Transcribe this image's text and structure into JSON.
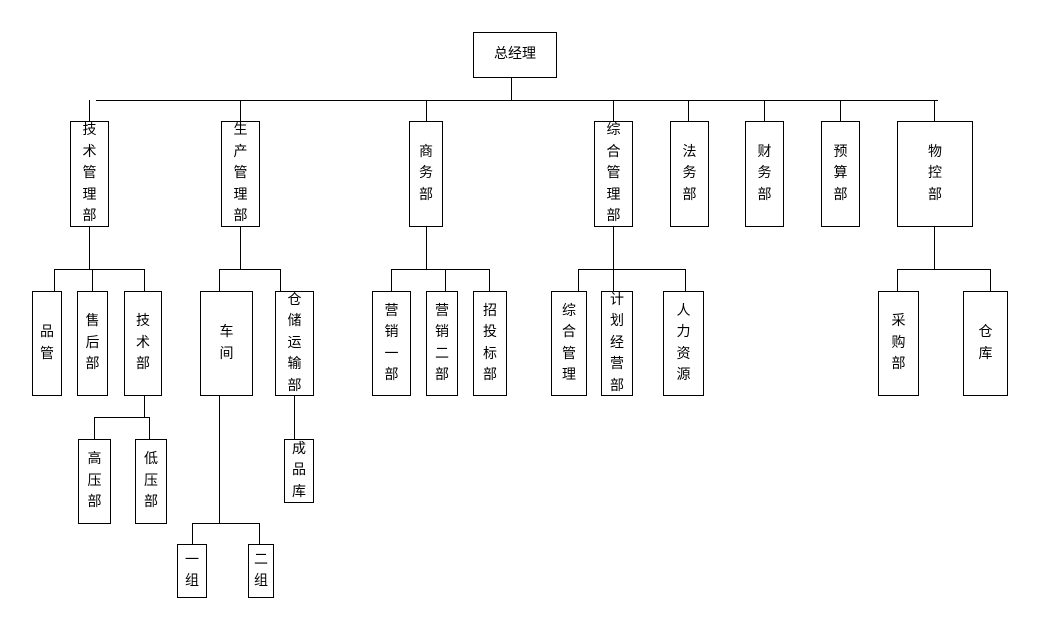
{
  "nodes": {
    "ceo": "总经理",
    "tech_mgmt": "技\n术\n管\n理\n部",
    "qc": "品\n管",
    "after_sales": "售\n后\n部",
    "tech_dept": "技\n术\n部",
    "high_voltage": "高\n压\n部",
    "low_voltage": "低\n压\n部",
    "production_mgmt": "生\n产\n管\n理\n部",
    "workshop": "车\n间",
    "group_1": "一\n组",
    "group_2": "二\n组",
    "warehouse_logistics": "仓\n储\n运\n输\n部",
    "finished_goods": "成\n品\n库",
    "business": "商\n务\n部",
    "sales_1": "营\n销\n一\n部",
    "sales_2": "营\n销\n二\n部",
    "bidding": "招\n投\n标\n部",
    "general_mgmt": "综\n合\n管\n理\n部",
    "general_admin": "综\n合\n管\n理",
    "planning": "计\n划\n经\n营\n部",
    "hr": "人\n力\n资\n源",
    "legal": "法\n务\n部",
    "finance": "财\n务\n部",
    "budget": "预\n算\n部",
    "materials": "物\n控\n部",
    "procurement": "采\n购\n部",
    "warehouse": "仓\n库"
  }
}
